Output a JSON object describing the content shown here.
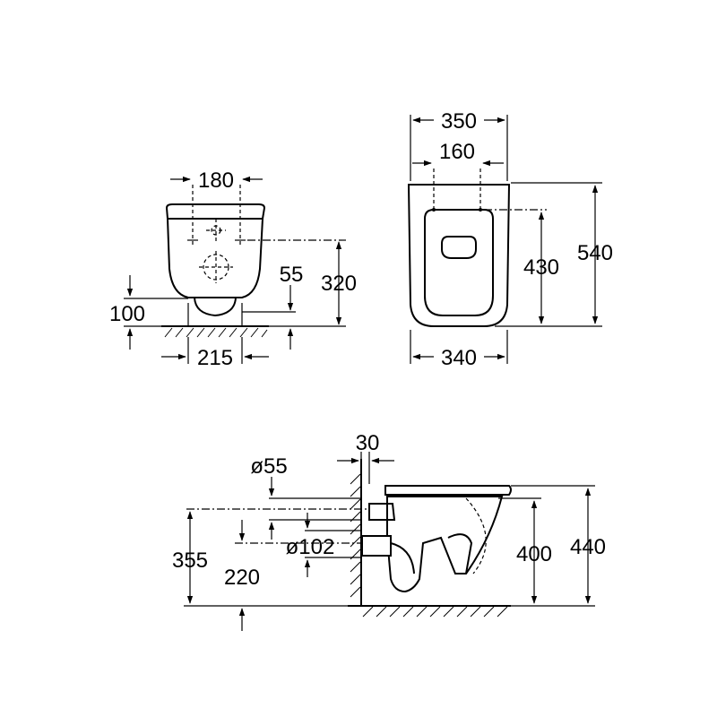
{
  "front_view": {
    "dims": {
      "fixing_spacing": "180",
      "pipe_height": "55",
      "fixing_height": "320",
      "outlet_height": "100",
      "outlet_offset": "215"
    }
  },
  "top_view": {
    "dims": {
      "overall_width": "350",
      "fixing_spacing": "160",
      "bowl_width": "340",
      "fixing_to_front": "430",
      "overall_length": "540"
    }
  },
  "side_view": {
    "dims": {
      "wall_offset": "30",
      "inlet_diameter": "ø55",
      "outlet_diameter": "ø102",
      "inlet_height": "355",
      "outlet_height": "220",
      "rim_height": "400",
      "seat_height": "440"
    }
  }
}
